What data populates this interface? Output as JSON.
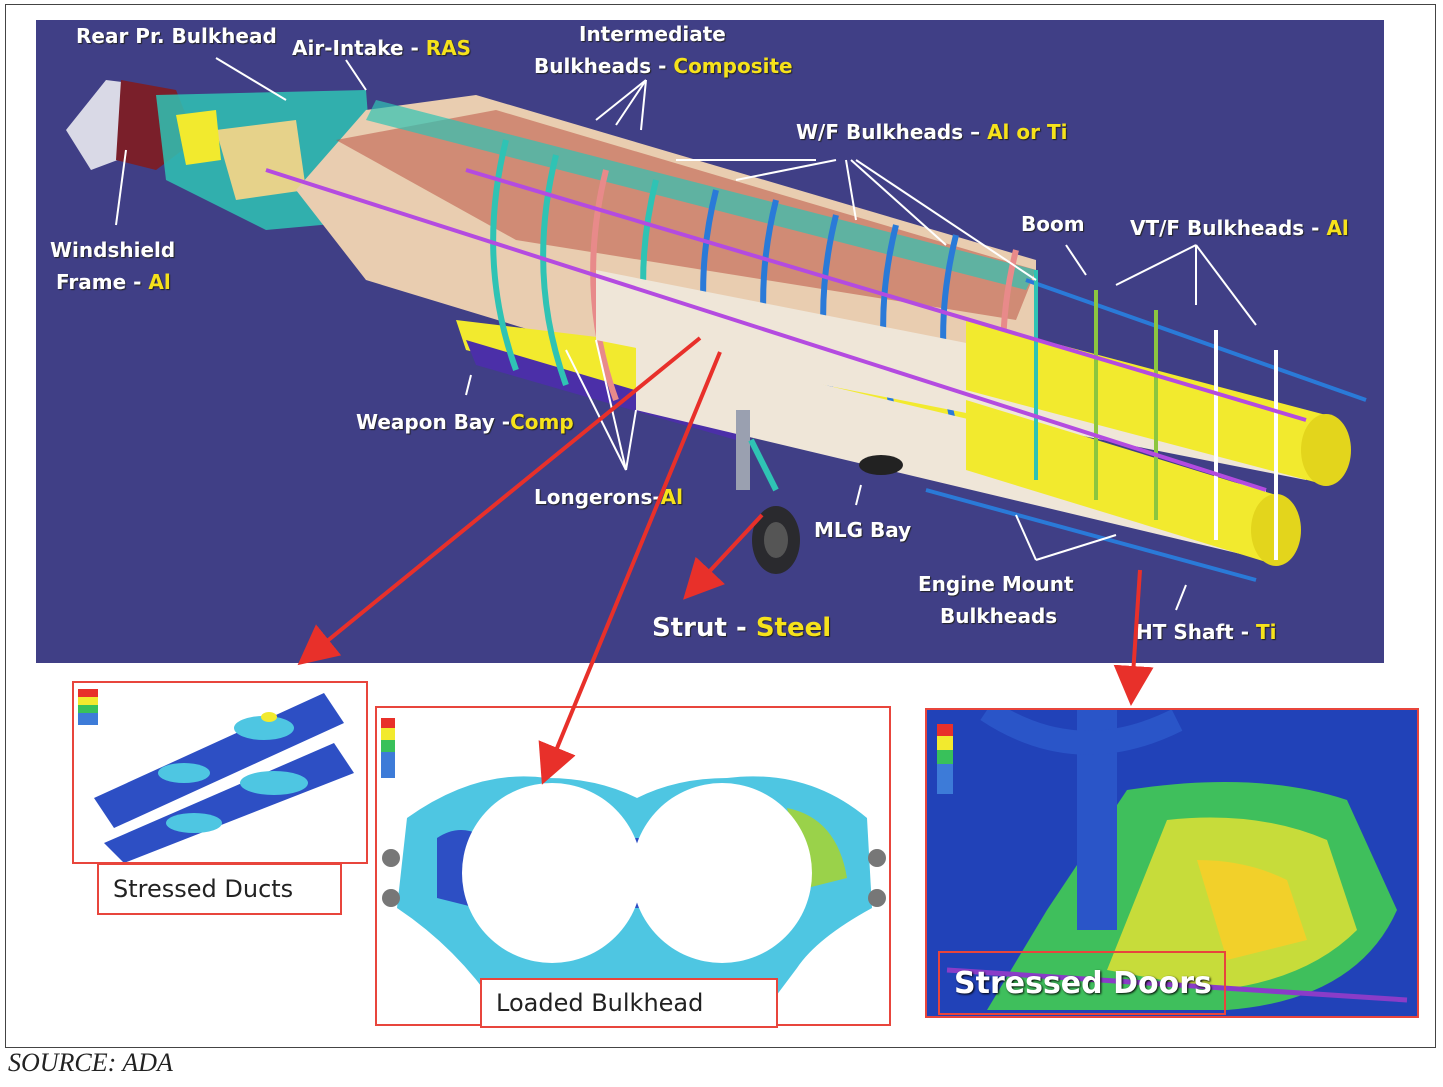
{
  "labels": {
    "rear_bulkhead": "Rear Pr. Bulkhead",
    "air_intake": "Air-Intake - ",
    "air_intake_mat": "RAS",
    "intermediate_line1": "Intermediate",
    "intermediate_line2": "Bulkheads - ",
    "intermediate_mat": "Composite",
    "wf_bulkheads": "W/F Bulkheads – ",
    "wf_mat": "Al or Ti",
    "windshield_line1": "Windshield",
    "windshield_line2": "Frame - ",
    "windshield_mat": "Al",
    "boom": "Boom",
    "vtf_bulkheads": "VT/F Bulkheads - ",
    "vtf_mat": "Al",
    "weapon_bay": "Weapon Bay -",
    "weapon_bay_mat": "Comp",
    "longerons": "Longerons-",
    "longerons_mat": "Al",
    "mlg_bay": "MLG Bay",
    "strut": "Strut - ",
    "strut_mat": "Steel",
    "engine_mount_line1": "Engine Mount",
    "engine_mount_line2": "Bulkheads",
    "ht_shaft": "HT Shaft - ",
    "ht_shaft_mat": "Ti"
  },
  "captions": {
    "ducts": "Stressed Ducts",
    "bulkhead": "Loaded Bulkhead",
    "doors": "Stressed Doors"
  },
  "source": "SOURCE: ADA",
  "colors": {
    "panel_bg": "#403f86",
    "label_text": "#ffffff",
    "material_text": "#f6e21b",
    "callout_arrow": "#e8302a",
    "frame_cyan": "#2fc3b4",
    "engine_yellow": "#f2ea2e",
    "bulkhead_blue": "#2a7ad8"
  }
}
